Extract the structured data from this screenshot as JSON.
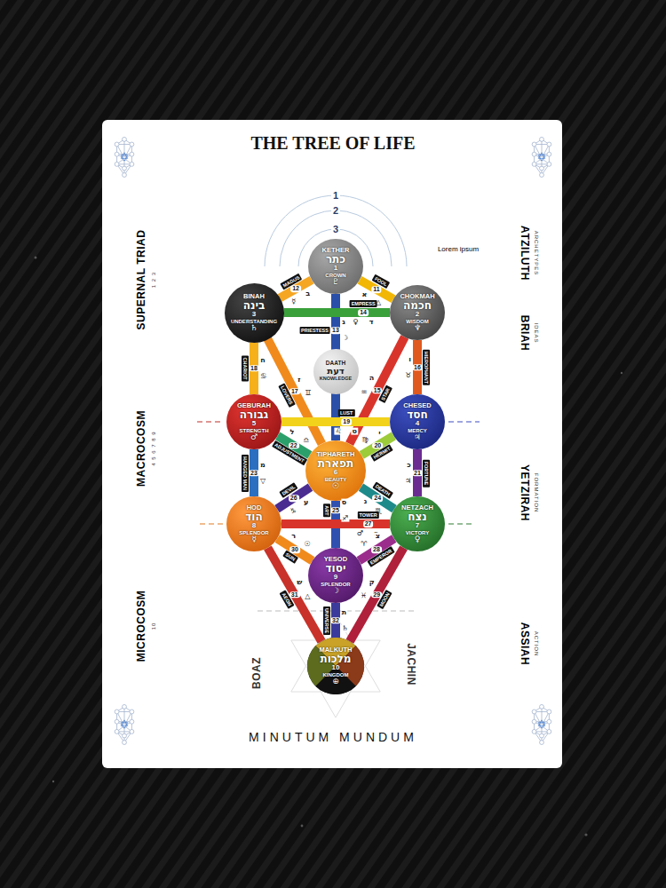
{
  "diagram": {
    "title": "THE TREE OF LIFE",
    "caption": "MINUTUM MUNDUM",
    "nodes": [
      {
        "text": [
          "KETHER",
          "כתר",
          "1",
          "CROWN",
          "♇"
        ]
      },
      {
        "text": [
          "CHOKMAH",
          "חכמה",
          "2",
          "WISDOM",
          "♆"
        ]
      },
      {
        "text": [
          "BINAH",
          "בינה",
          "3",
          "UNDERSTANDING",
          "♄"
        ]
      },
      {
        "text": [
          "DAATH",
          "דעת",
          "KNOWLEDGE"
        ]
      },
      {
        "text": [
          "CHESED",
          "חסד",
          "4",
          "MERCY",
          "♃"
        ]
      },
      {
        "text": [
          "GEBURAH",
          "גבורה",
          "5",
          "STRENGTH",
          "♂"
        ]
      },
      {
        "text": [
          "TIPHARETH",
          "תפארת",
          "6",
          "BEAUTY",
          "☉"
        ]
      },
      {
        "text": [
          "NETZACH",
          "נצח",
          "7",
          "VICTORY",
          "♀"
        ]
      },
      {
        "text": [
          "HOD",
          "הוד",
          "8",
          "SPLENDOR",
          "☿"
        ]
      },
      {
        "text": [
          "YESOD",
          "יסוד",
          "9",
          "SPLENDOR",
          "☽"
        ]
      },
      {
        "text": [
          "MALKUTH",
          "מלכות",
          "10",
          "KINGDOM",
          "⊕"
        ]
      }
    ],
    "edges": [
      {
        "from": 0,
        "to": 1,
        "label": "11",
        "arrow": "none"
      },
      {
        "from": 0,
        "to": 2,
        "label": "12",
        "arrow": "none"
      },
      {
        "from": 0,
        "to": 6,
        "label": "13",
        "arrow": "none"
      },
      {
        "from": 1,
        "to": 2,
        "label": "14",
        "arrow": "none"
      },
      {
        "from": 1,
        "to": 6,
        "label": "15",
        "arrow": "none"
      },
      {
        "from": 1,
        "to": 4,
        "label": "16",
        "arrow": "none"
      },
      {
        "from": 2,
        "to": 6,
        "label": "17",
        "arrow": "none"
      },
      {
        "from": 2,
        "to": 5,
        "label": "18",
        "arrow": "none"
      },
      {
        "from": 4,
        "to": 5,
        "label": "19",
        "arrow": "none"
      },
      {
        "from": 4,
        "to": 6,
        "label": "20",
        "arrow": "none"
      },
      {
        "from": 4,
        "to": 7,
        "label": "21",
        "arrow": "none"
      },
      {
        "from": 5,
        "to": 6,
        "label": "22",
        "arrow": "none"
      },
      {
        "from": 5,
        "to": 8,
        "label": "23",
        "arrow": "none"
      },
      {
        "from": 6,
        "to": 7,
        "label": "24",
        "arrow": "none"
      },
      {
        "from": 6,
        "to": 9,
        "label": "25",
        "arrow": "none"
      },
      {
        "from": 6,
        "to": 8,
        "label": "26",
        "arrow": "none"
      },
      {
        "from": 7,
        "to": 8,
        "label": "27",
        "arrow": "none"
      },
      {
        "from": 7,
        "to": 9,
        "label": "28",
        "arrow": "none"
      },
      {
        "from": 7,
        "to": 10,
        "label": "29",
        "arrow": "none"
      },
      {
        "from": 8,
        "to": 9,
        "label": "30",
        "arrow": "none"
      },
      {
        "from": 8,
        "to": 10,
        "label": "31",
        "arrow": "none"
      },
      {
        "from": 9,
        "to": 10,
        "label": "32",
        "arrow": "none"
      }
    ],
    "labels": [
      "1",
      "2",
      "3",
      "Lorem ipsum",
      "SUPERNAL TRIAD",
      "1 2 3",
      "MACROCOSM",
      "4 5 6 7 8 9",
      "MICROCOSM",
      "10",
      "ATZILUTH",
      "ARCHETYPES",
      "BRIAH",
      "IDEAS",
      "YETZIRAH",
      "FORMATION",
      "ASSIAH",
      "ACTION",
      "BOAZ",
      "JACHIN",
      "FOOL",
      "א",
      "△",
      "MAGUS",
      "ב",
      "☿",
      "PRIESTESS",
      "ג",
      "☽",
      "EMPRESS",
      "ד",
      "♀",
      "STAR",
      "ה",
      "♒",
      "HIEROPHANT",
      "ו",
      "♉",
      "LOVERS",
      "ז",
      "♊",
      "CHARIOT",
      "ח",
      "♋",
      "LUST",
      "ט",
      "♌",
      "HERMIT",
      "י",
      "♍",
      "FORTUNE",
      "כ",
      "♃",
      "ADJUSTMENT",
      "ל",
      "♎",
      "HANGED MAN",
      "מ",
      "▽",
      "DEATH",
      "נ",
      "♏",
      "ART",
      "ס",
      "♐",
      "DEVIL",
      "ע",
      "♑",
      "TOWER",
      "פ",
      "♂",
      "EMPEROR",
      "צ",
      "♈",
      "MOON",
      "ק",
      "♓",
      "SUN",
      "ר",
      "☉",
      "AEON",
      "ש",
      "△",
      "UNIVERSE",
      "ת",
      "♄"
    ]
  }
}
